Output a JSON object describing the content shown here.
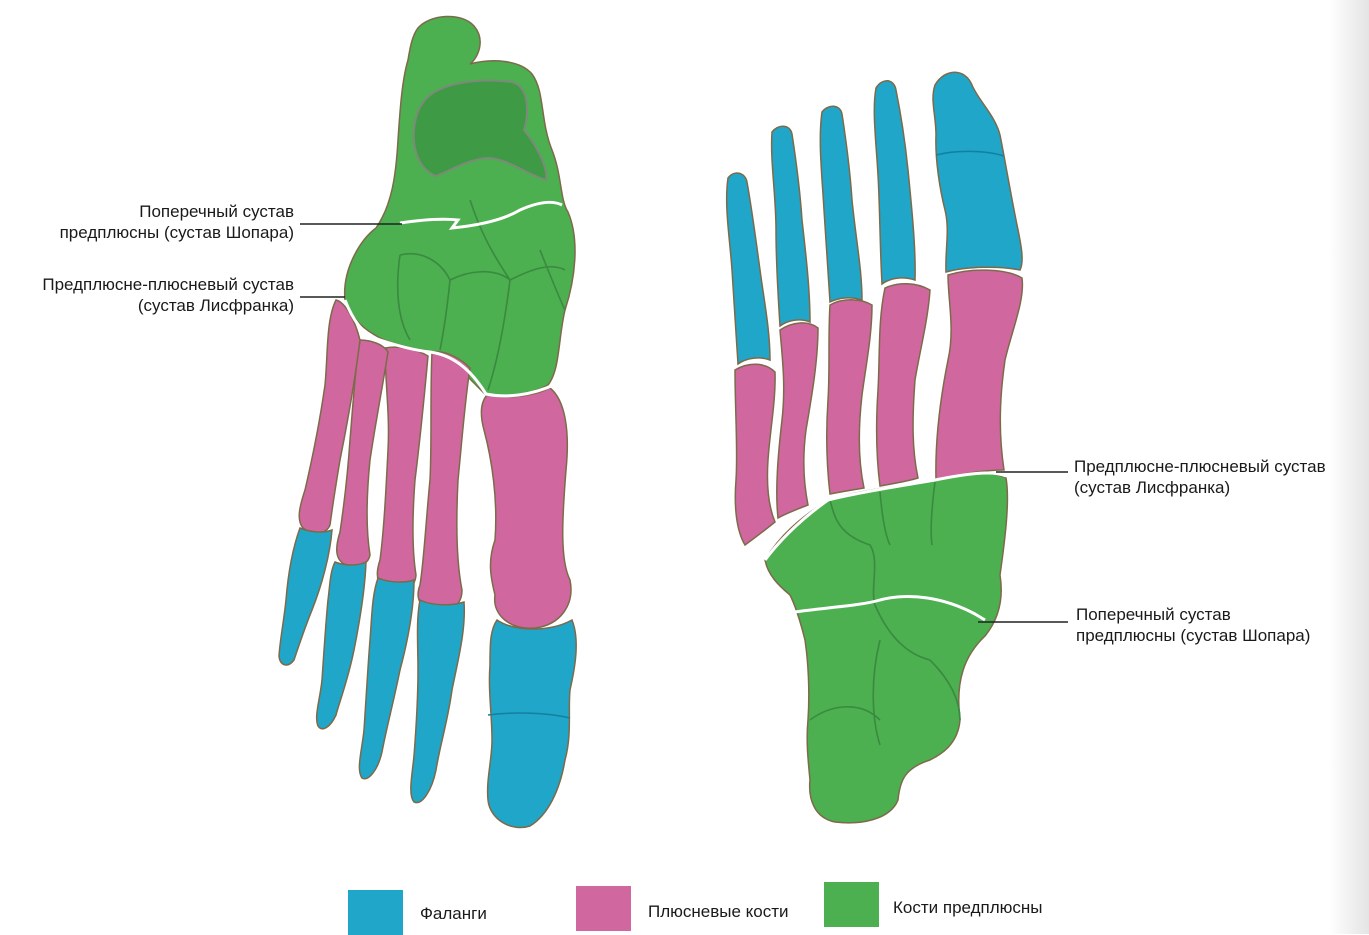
{
  "colors": {
    "phalanges": "#1fa6c9",
    "metatarsals": "#d0679f",
    "tarsals": "#4caf50",
    "outline": "#7d6a4a",
    "joint_line": "#ffffff",
    "leader_line": "#222222"
  },
  "labels": {
    "left_chopart": [
      "Поперечный сустав",
      "предплюсны (сустав Шопара)"
    ],
    "left_lisfranc": [
      "Предплюсне-плюсневый сустав",
      "(сустав Лисфранка)"
    ],
    "right_lisfranc": [
      "Предплюсне-плюсневый сустав",
      "(сустав Лисфранка)"
    ],
    "right_chopart": [
      "Поперечный сустав",
      "предплюсны (сустав Шопара)"
    ]
  },
  "legend": [
    {
      "label": "Фаланги",
      "color": "#1fa6c9"
    },
    {
      "label": "Плюсневые кости",
      "color": "#d0679f"
    },
    {
      "label": "Кости предплюсны",
      "color": "#4caf50"
    }
  ]
}
